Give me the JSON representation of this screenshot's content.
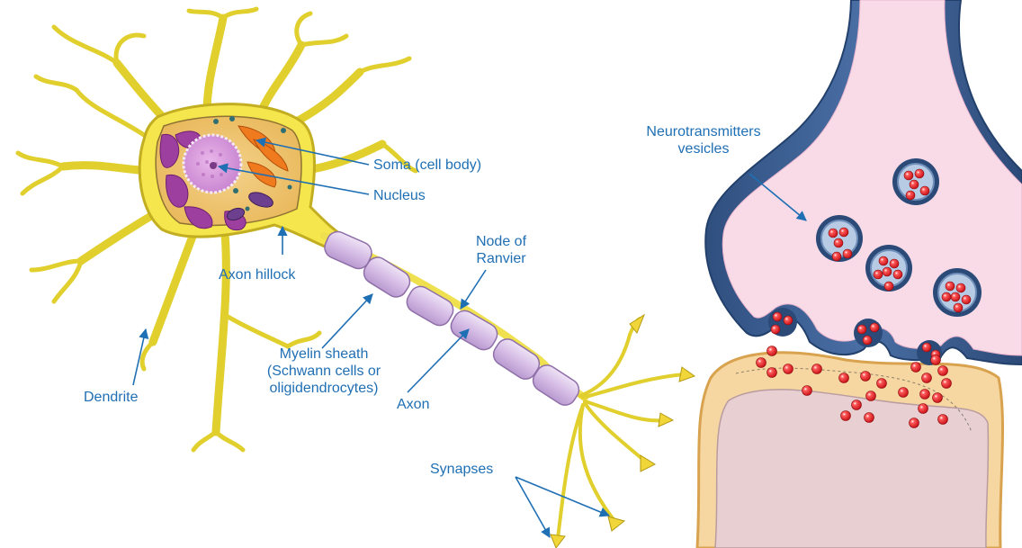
{
  "labels": {
    "soma": "Soma (cell body)",
    "nucleus": "Nucleus",
    "axon_hillock": "Axon hillock",
    "dendrite": "Dendrite",
    "node_of_ranvier_1": "Node of",
    "node_of_ranvier_2": "Ranvier",
    "myelin_1": "Myelin sheath",
    "myelin_2": "(Schwann cells or",
    "myelin_3": "oligidendrocytes)",
    "axon": "Axon",
    "synapses": "Synapses",
    "neurotransmitters_1": "Neurotransmitters",
    "neurotransmitters_2": "vesicles"
  },
  "colors": {
    "label": "#1f6fb4",
    "neuron_fill": "#f2e64a",
    "neuron_edge": "#b8a81c",
    "myelin": "#d9c3e6",
    "myelin_edge": "#8f6fa8",
    "terminal_dark": "#3c5f8f",
    "terminal_pink": "#f9dbe8",
    "postsynaptic": "#f6deb0",
    "vesicle_ring": "#6f8fba",
    "neurotransmitter": "#e5252a"
  }
}
